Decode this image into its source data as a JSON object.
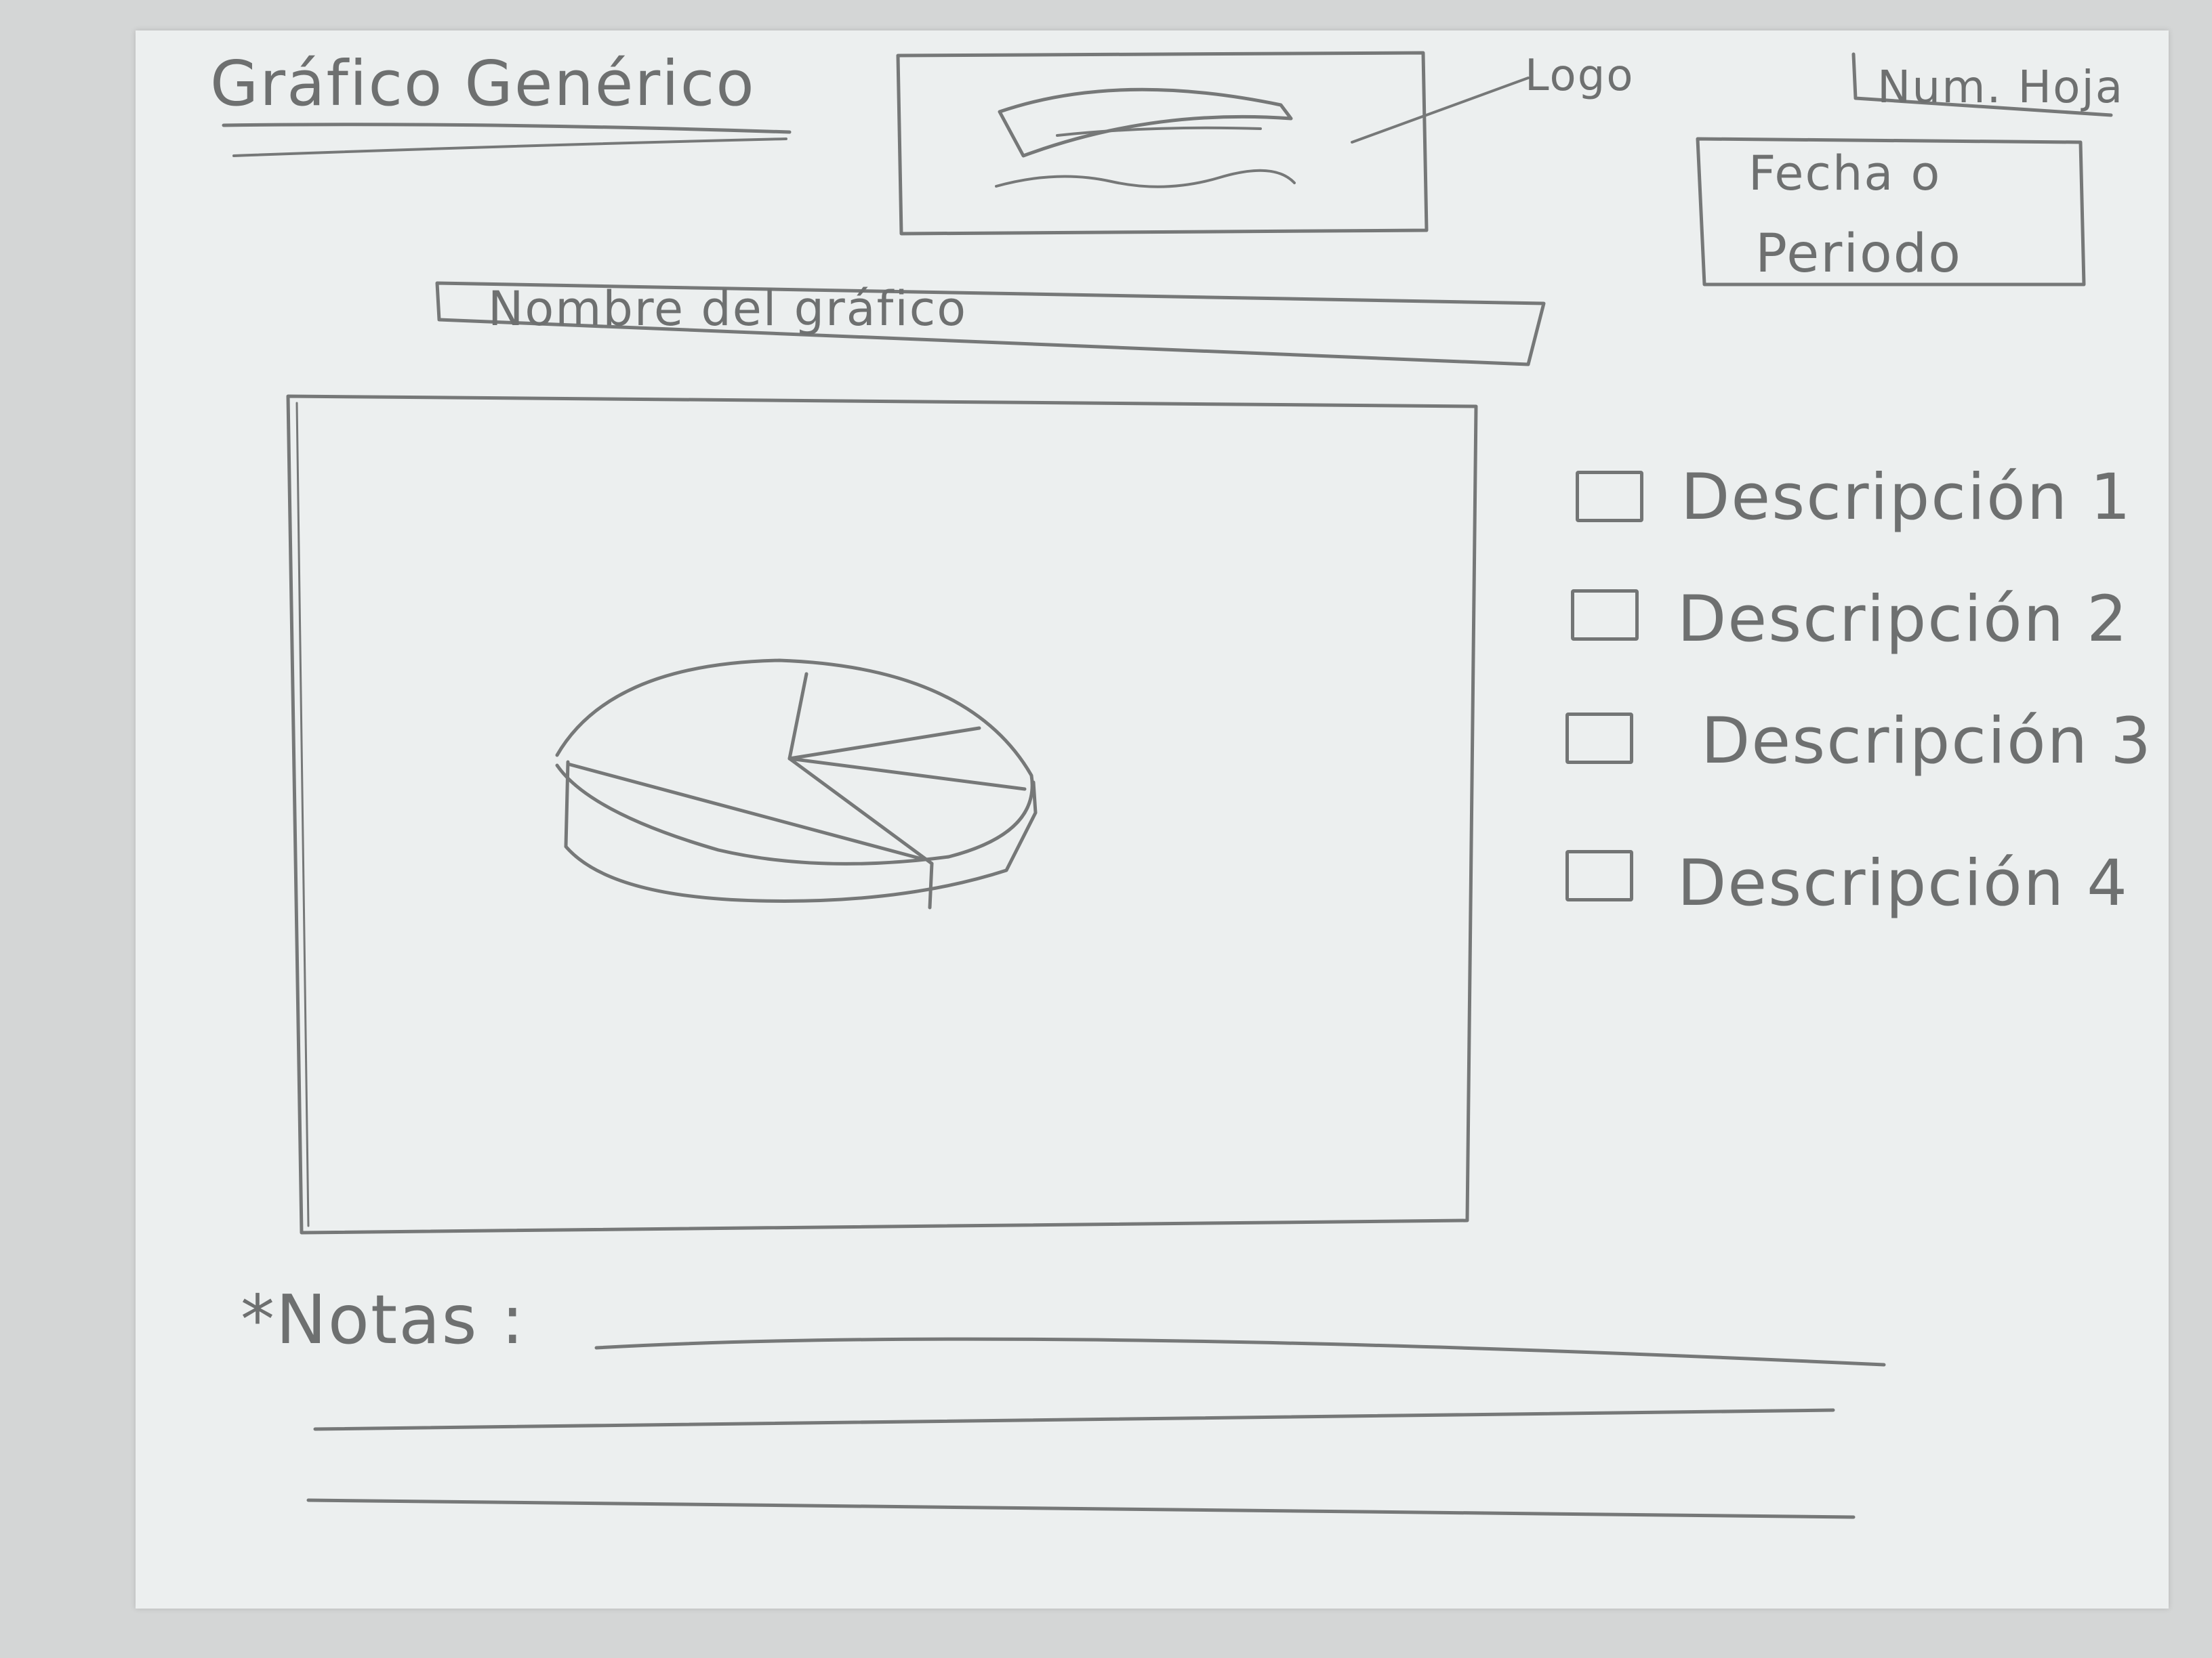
{
  "header": {
    "title": "Gráfico Genérico",
    "logo_label": "Logo",
    "page_number_label": "Num. Hoja",
    "date_line_1": "Fecha o",
    "date_line_2": "Periodo"
  },
  "chart": {
    "name_label": "Nombre del gráfico",
    "type_icon": "pie-chart-icon"
  },
  "legend": {
    "items": [
      {
        "label": "Descripción 1"
      },
      {
        "label": "Descripción 2"
      },
      {
        "label": "Descripción 3"
      },
      {
        "label": "Descripción 4"
      }
    ]
  },
  "notes": {
    "label": "*Notas :"
  },
  "colors": {
    "pencil": "#6e7070",
    "paper": "#ecefef",
    "background": "#d4d6d6"
  }
}
